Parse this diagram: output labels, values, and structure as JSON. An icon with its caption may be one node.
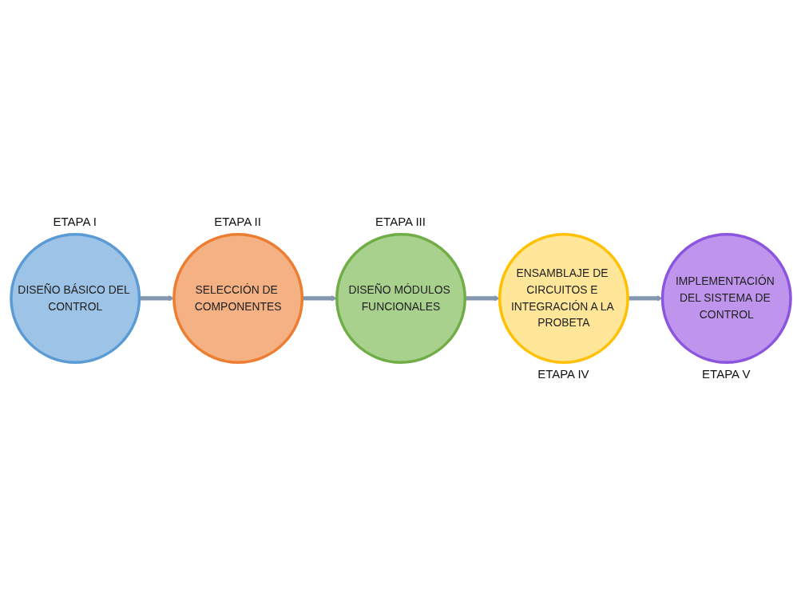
{
  "diagram": {
    "nodes": [
      {
        "text": [
          "DISEÑO BÁSICO DEL CONTROL"
        ],
        "beside": [
          "ETAPA I"
        ]
      },
      {
        "text": [
          "SELECCIÓN DE COMPONENTES"
        ],
        "beside": [
          "ETAPA II"
        ]
      },
      {
        "text": [
          "DISEÑO MÓDULOS FUNCIONALES"
        ],
        "beside": [
          "ETAPA III"
        ]
      },
      {
        "text": [
          "ENSAMBLAJE DE CIRCUITOS E INTEGRACIÓN A LA PROBETA"
        ],
        "beside": [
          "ETAPA IV"
        ]
      },
      {
        "text": [
          "IMPLEMENTACIÓN DEL SISTEMA DE CONTROL"
        ],
        "beside": [
          "ETAPA V"
        ]
      }
    ],
    "edges": [
      {
        "from": 0,
        "to": 1,
        "arrow": "to"
      },
      {
        "from": 1,
        "to": 2,
        "arrow": "to"
      },
      {
        "from": 2,
        "to": 3,
        "arrow": "to"
      },
      {
        "from": 3,
        "to": 4,
        "arrow": "to"
      }
    ]
  }
}
